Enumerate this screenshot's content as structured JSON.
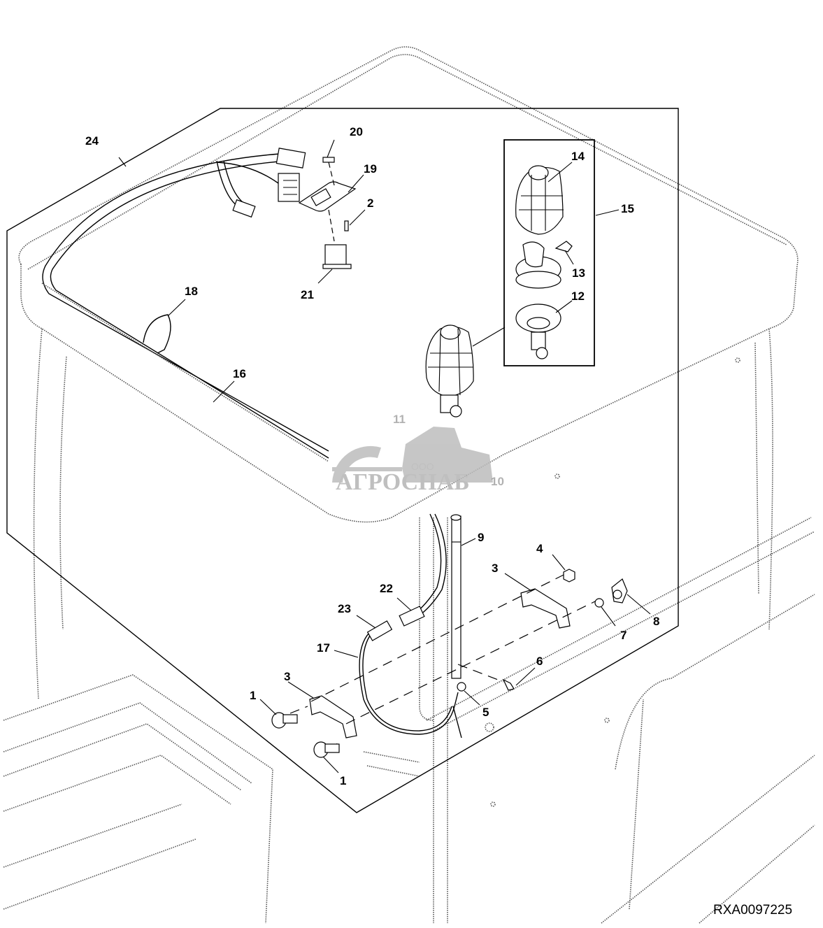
{
  "figure": {
    "id": "RXA0097225",
    "description": "Beacon light (rotating warning light) installation on cab roof — exploded parts view"
  },
  "callouts": [
    {
      "key": "c24",
      "label": "24",
      "part": "cab roof"
    },
    {
      "key": "c20",
      "label": "20",
      "part": "clip"
    },
    {
      "key": "c19",
      "label": "19",
      "part": "plate"
    },
    {
      "key": "c2",
      "label": "2",
      "part": "screw"
    },
    {
      "key": "c21",
      "label": "21",
      "part": "switch"
    },
    {
      "key": "c18",
      "label": "18",
      "part": "strap"
    },
    {
      "key": "c16",
      "label": "16",
      "part": "harness"
    },
    {
      "key": "c14",
      "label": "14",
      "part": "lens"
    },
    {
      "key": "c15",
      "label": "15",
      "part": "beacon light assembly"
    },
    {
      "key": "c13",
      "label": "13",
      "part": "bulb"
    },
    {
      "key": "c12",
      "label": "12",
      "part": "base"
    },
    {
      "key": "c11",
      "label": "11",
      "part": "beacon light"
    },
    {
      "key": "c10",
      "label": "10",
      "part": "bracket"
    },
    {
      "key": "c9",
      "label": "9",
      "part": "mast"
    },
    {
      "key": "c4",
      "label": "4",
      "part": "nut"
    },
    {
      "key": "c3a",
      "label": "3",
      "part": "bracket"
    },
    {
      "key": "c3b",
      "label": "3",
      "part": "bracket"
    },
    {
      "key": "c8",
      "label": "8",
      "part": "knob"
    },
    {
      "key": "c7",
      "label": "7",
      "part": "washer"
    },
    {
      "key": "c22",
      "label": "22",
      "part": "connector"
    },
    {
      "key": "c23",
      "label": "23",
      "part": "connector"
    },
    {
      "key": "c17",
      "label": "17",
      "part": "wire harness"
    },
    {
      "key": "c6",
      "label": "6",
      "part": "screw"
    },
    {
      "key": "c5",
      "label": "5",
      "part": "grommet"
    },
    {
      "key": "c1a",
      "label": "1",
      "part": "bolt"
    },
    {
      "key": "c1b",
      "label": "1",
      "part": "bolt"
    }
  ],
  "watermark": {
    "small": "ООО",
    "brand": "АГРОСНАБ"
  }
}
